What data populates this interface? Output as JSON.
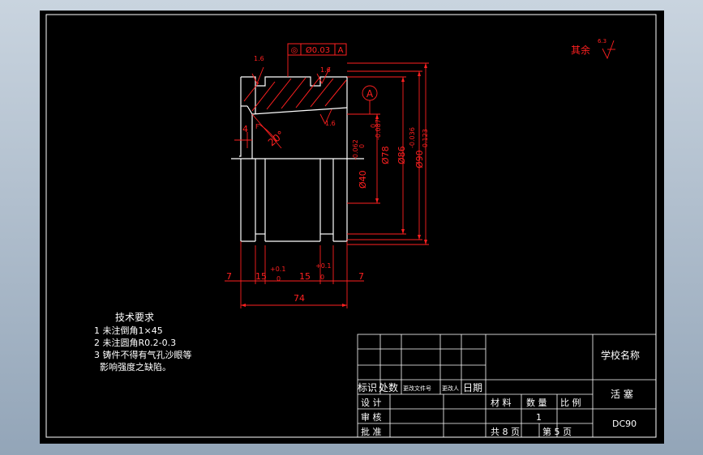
{
  "drawing": {
    "surface_roughness_other": "其余",
    "roughness_other_value": "6.3",
    "roughness_marks": [
      "1.6",
      "1.6",
      "1.6"
    ],
    "tolerance_frame": {
      "symbol": "◎",
      "value": "Ø0.03",
      "datum": "A"
    },
    "datum_label": "A",
    "angle_label": "20°",
    "chamfer_label": "4",
    "side_label": "F",
    "dimensions": {
      "d40": "Ø40",
      "d40_tol_upper": "-0.062",
      "d40_tol_lower": "0",
      "d78": "Ø78",
      "d78_tol": "-0.087",
      "d78_tol_zero": "0",
      "d86": "Ø86",
      "d90": "Ø90",
      "d90_tol_upper": "-0.036",
      "d90_tol_lower": "-0.123",
      "left_7": "7",
      "right_7": "7",
      "groove_15_a": "15",
      "groove_15_b": "15",
      "tol_plus_a": "+0.1",
      "tol_zero_a": "0",
      "tol_plus_b": "+0.1",
      "tol_zero_b": "0",
      "overall_74": "74"
    }
  },
  "tech_requirements": {
    "title": "技术要求",
    "items": [
      "1 未注倒角1×45",
      "2 未注圆角R0.2-0.3",
      "3 铸件不得有气孔沙眼等",
      "  影响强度之缺陷。"
    ]
  },
  "title_block": {
    "hdr_mark": "标识",
    "hdr_count": "处数",
    "hdr_file": "更改文件号",
    "hdr_person": "更改人",
    "hdr_date": "日期",
    "design": "设 计",
    "review": "审 核",
    "approve": "批 准",
    "material": "材 料",
    "quantity": "数 量",
    "scale": "比 例",
    "quantity_value": "1",
    "total_pages": "共 8 页",
    "page_no": "第 5 页",
    "school": "学校名称",
    "part_name": "活 塞",
    "drawing_no": "DC90"
  }
}
